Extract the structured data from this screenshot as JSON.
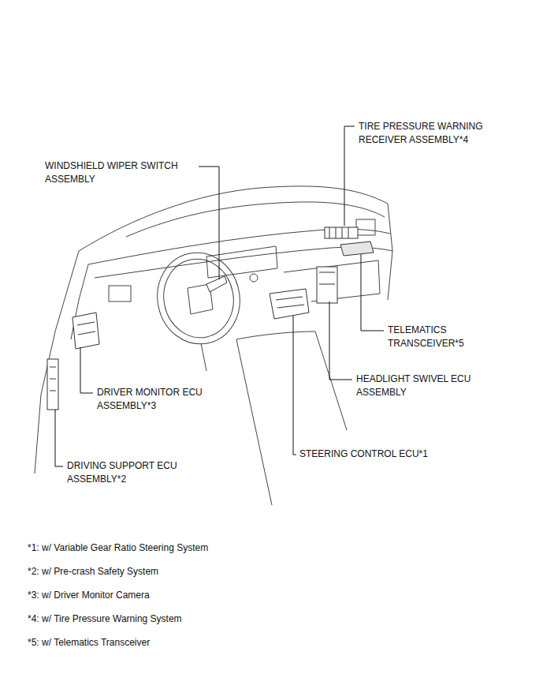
{
  "diagram": {
    "labels": [
      "TIRE PRESSURE WARNING RECEIVER ASSEMBLY*4",
      "WINDSHIELD WIPER SWITCH ASSEMBLY",
      "TELEMATICS TRANSCEIVER*5",
      "HEADLIGHT SWIVEL ECU ASSEMBLY",
      "DRIVER MONITOR ECU ASSEMBLY*3",
      "STEERING CONTROL ECU*1",
      "DRIVING SUPPORT ECU ASSEMBLY*2",
      "*1: w/ Variable Gear Ratio Steering System",
      "*2: w/ Pre-crash Safety System",
      "*3: w/ Driver Monitor Camera",
      "*4: w/ Tire Pressure Warning System",
      "*5: w/ Telematics Transceiver"
    ]
  }
}
